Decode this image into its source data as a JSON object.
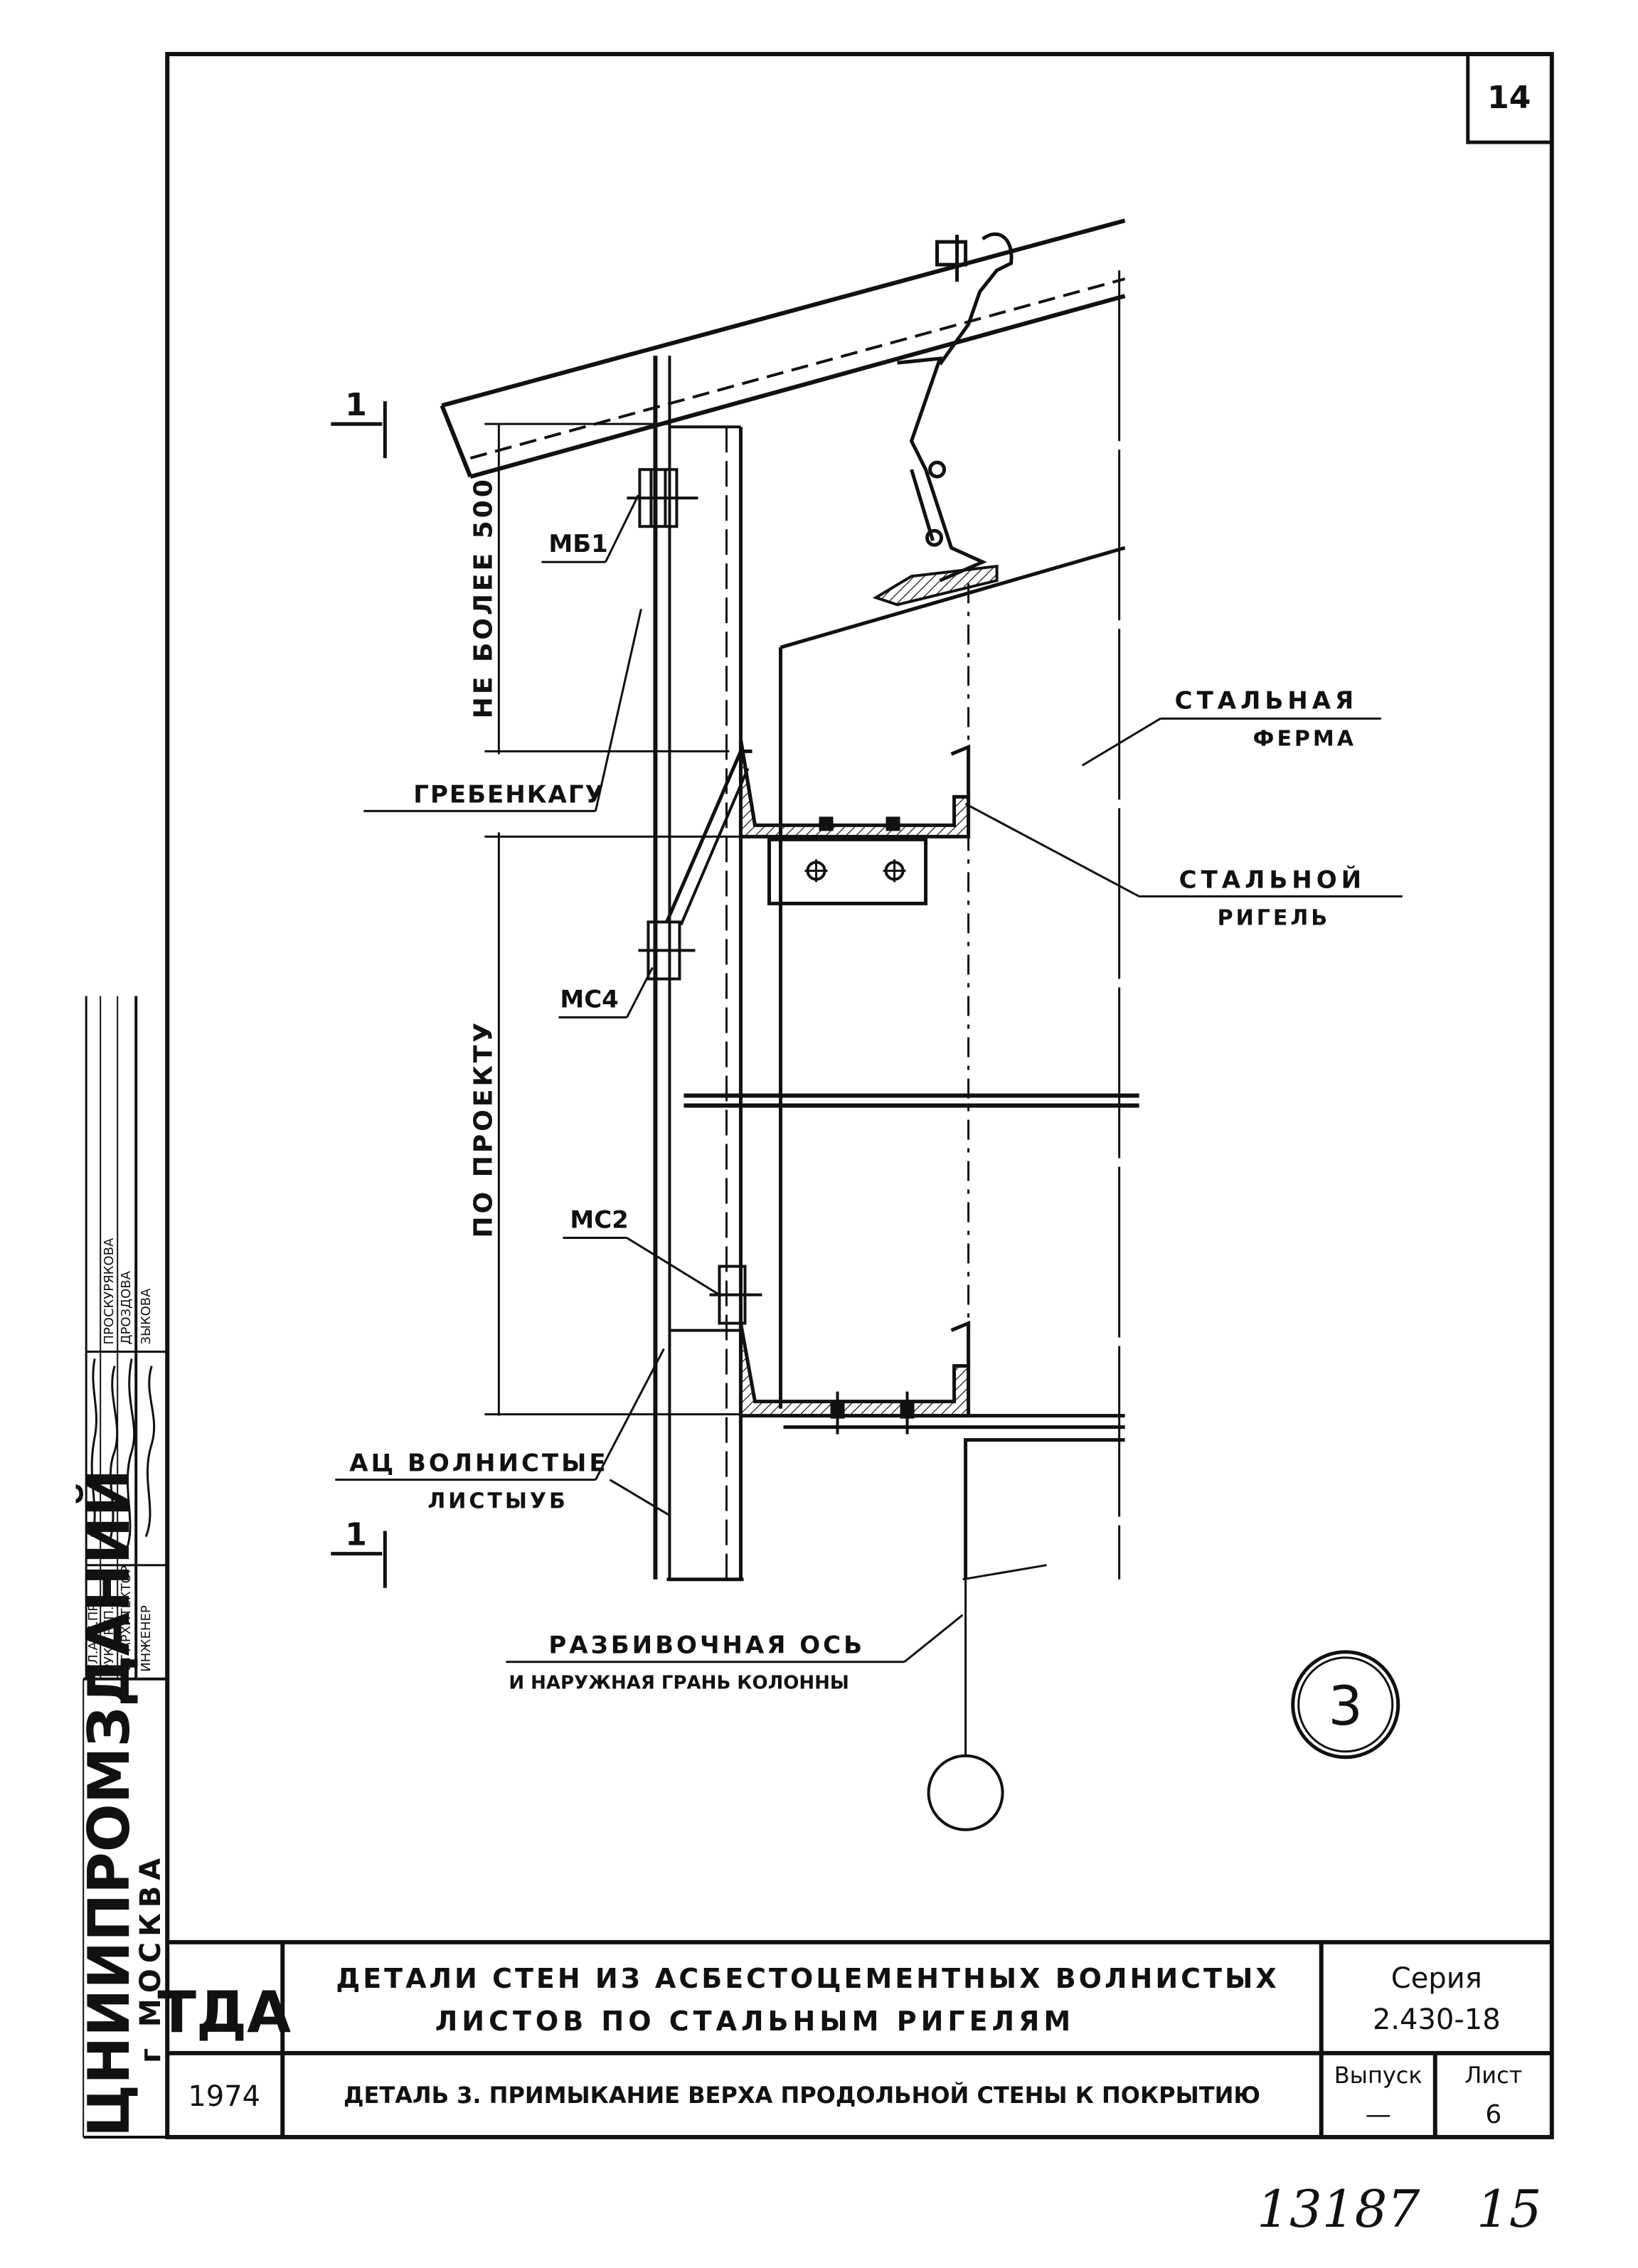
{
  "sheet_number": "14",
  "callouts": {
    "mb1": "МБ1",
    "mc4": "МС4",
    "mc2": "МС2",
    "grebenka": "ГРЕБЕНКАГУ",
    "not_more_500": "НЕ БОЛЕЕ 500",
    "po_proektu": "ПО ПРОЕКТУ",
    "section_mark": "1",
    "steel_truss_1": "СТАЛЬНАЯ",
    "steel_truss_2": "ФЕРМА",
    "steel_girt_1": "СТАЛЬНОЙ",
    "steel_girt_2": "РИГЕЛЬ",
    "ac_sheets_1": "АЦ ВОЛНИСТЫЕ",
    "ac_sheets_2": "ЛИСТЫУБ",
    "axis_1": "РАЗБИВОЧНАЯ ОСЬ",
    "axis_2": "И НАРУЖНАЯ ГРАНЬ КОЛОННЫ",
    "detail_number": "3"
  },
  "side_stamp": {
    "org": "ЦНИИПРОМЗДАНИЙ",
    "city": "г МОСКВА",
    "roles": [
      "ГЛ.АРХ.ПР.",
      "РУК ГРУП.",
      "СТ АРХИТЕКТОР",
      "ИНЖЕНЕР"
    ],
    "names": [
      "",
      "ПРОСКУРЯКОВА",
      "ДРОЗДОВА",
      "ЗЫКОВА"
    ]
  },
  "title_block": {
    "logo": "ТДА",
    "title_line1": "ДЕТАЛИ СТЕН ИЗ АСБЕСТОЦЕМЕНТНЫХ ВОЛНИСТЫХ",
    "title_line2": "ЛИСТОВ ПО СТАЛЬНЫМ РИГЕЛЯМ",
    "series_label": "Серия",
    "series_value": "2.430-18",
    "year": "1974",
    "subtitle": "ДЕТАЛЬ 3. ПРИМЫКАНИЕ ВЕРХА ПРОДОЛЬНОЙ СТЕНЫ К ПОКРЫТИЮ",
    "issue_label": "Выпуск",
    "issue_value": "—",
    "sheet_label": "Лист",
    "sheet_value": "6"
  },
  "footer": {
    "archive_number": "13187",
    "page_number": "15"
  }
}
